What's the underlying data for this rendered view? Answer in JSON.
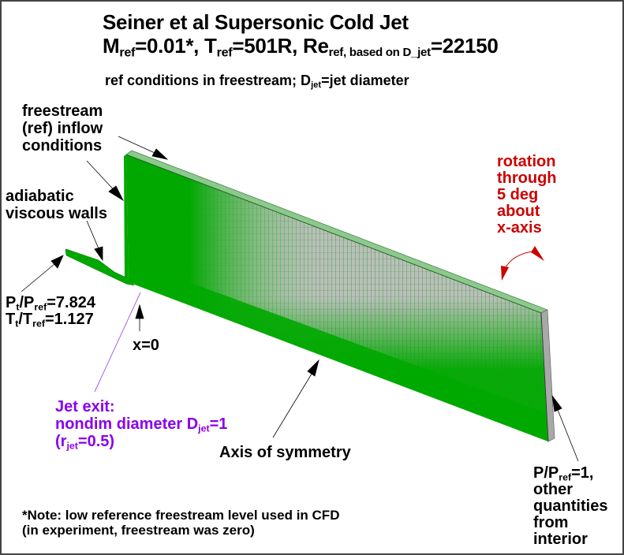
{
  "title": {
    "line1": "Seiner et al Supersonic Cold Jet",
    "line2": {
      "m_prefix": "M",
      "m_sub": "ref",
      "m_val": "=0.01*, T",
      "t_sub": "ref",
      "t_val": "=501R, Re",
      "re_sub": "ref, based on D_jet",
      "re_val": "=22150"
    },
    "line3": {
      "prefix": "ref conditions in freestream; D",
      "sub": "jet",
      "suffix": "=jet diameter"
    }
  },
  "annotations": {
    "freestream": [
      "freestream",
      "(ref) inflow",
      "conditions"
    ],
    "walls": [
      "adiabatic",
      "viscous walls"
    ],
    "inflow_pt": {
      "p_a": "P",
      "p_a_sub": "t",
      "p_b": "/P",
      "p_b_sub": "ref",
      "p_val": "=7.824",
      "t_a": "T",
      "t_a_sub": "t",
      "t_b": "/T",
      "t_b_sub": "ref",
      "t_val": "=1.127"
    },
    "x0": "x=0",
    "jet_exit": {
      "line1": "Jet exit:",
      "line2_prefix": "nondim diameter D",
      "line2_sub": "jet",
      "line2_suffix": "=1",
      "line3_prefix": "(r",
      "line3_sub": "jet",
      "line3_suffix": "=0.5)"
    },
    "axis": "Axis of symmetry",
    "rotation": [
      "rotation",
      "through",
      "5 deg",
      "about",
      "x-axis"
    ],
    "outflow": {
      "p_prefix": "P/P",
      "p_sub": "ref",
      "p_suffix": "=1,",
      "rest": [
        "other",
        "quantities",
        "from",
        "interior"
      ]
    },
    "note": [
      "*Note: low reference freestream level used in CFD",
      "(in experiment, freestream was zero)"
    ]
  },
  "colors": {
    "mesh_green": "#00a800",
    "mesh_grid_gray": "#b0b0b0",
    "rotation_red": "#cc0000",
    "jet_purple": "#8800ee",
    "border": "#444444"
  }
}
